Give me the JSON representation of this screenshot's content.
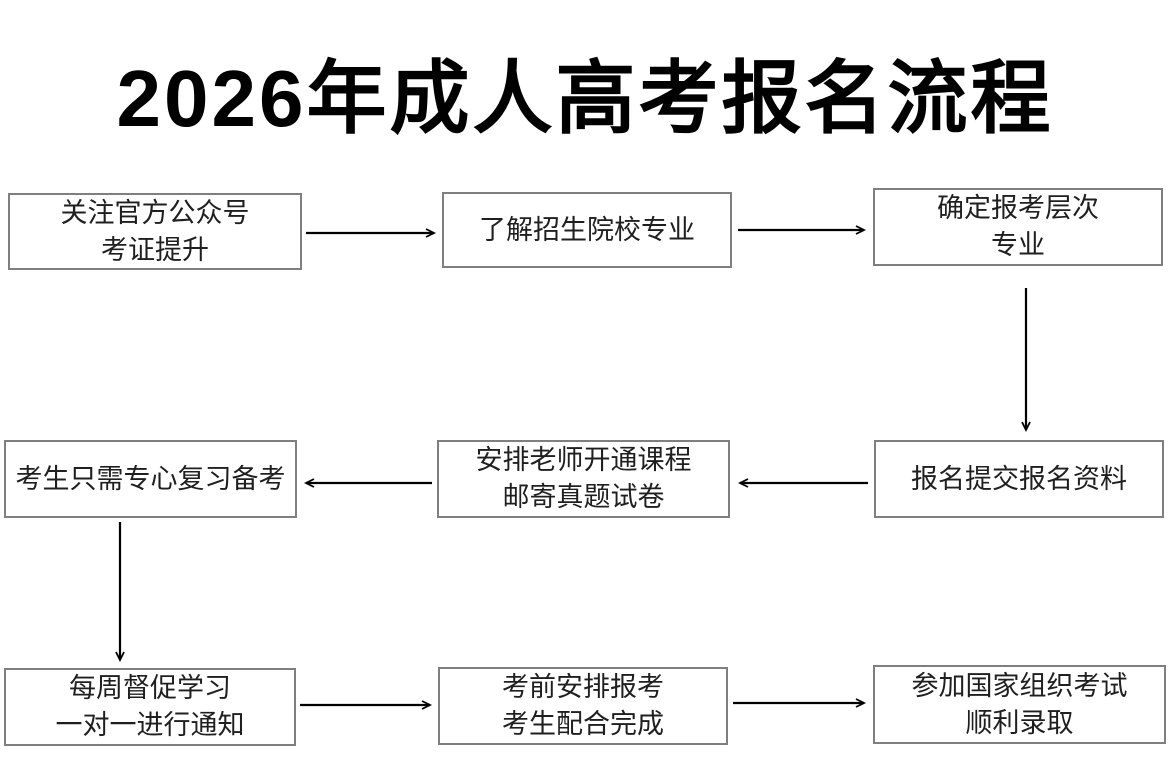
{
  "title": "2026年成人高考报名流程",
  "colors": {
    "background": "#ffffff",
    "title_text": "#000000",
    "box_border": "#7f7f7f",
    "box_fill": "#ffffff",
    "box_text": "#1f1f1f",
    "arrow": "#000000"
  },
  "flow": {
    "nodes": [
      {
        "id": "step-1",
        "lines": [
          "关注官方公众号",
          "考证提升"
        ]
      },
      {
        "id": "step-2",
        "lines": [
          "了解招生院校专业"
        ]
      },
      {
        "id": "step-3",
        "lines": [
          "确定报考层次",
          "专业"
        ]
      },
      {
        "id": "step-4",
        "lines": [
          "报名提交报名资料"
        ]
      },
      {
        "id": "step-5",
        "lines": [
          "安排老师开通课程",
          "邮寄真题试卷"
        ]
      },
      {
        "id": "step-6",
        "lines": [
          "考生只需专心复习备考"
        ]
      },
      {
        "id": "step-7",
        "lines": [
          "每周督促学习",
          "一对一进行通知"
        ]
      },
      {
        "id": "step-8",
        "lines": [
          "考前安排报考",
          "考生配合完成"
        ]
      },
      {
        "id": "step-9",
        "lines": [
          "参加国家组织考试",
          "顺利录取"
        ]
      }
    ],
    "edges": [
      {
        "from": "step-1",
        "to": "step-2",
        "direction": "right"
      },
      {
        "from": "step-2",
        "to": "step-3",
        "direction": "right"
      },
      {
        "from": "step-3",
        "to": "step-4",
        "direction": "down"
      },
      {
        "from": "step-4",
        "to": "step-5",
        "direction": "left"
      },
      {
        "from": "step-5",
        "to": "step-6",
        "direction": "left"
      },
      {
        "from": "step-6",
        "to": "step-7",
        "direction": "down"
      },
      {
        "from": "step-7",
        "to": "step-8",
        "direction": "right"
      },
      {
        "from": "step-8",
        "to": "step-9",
        "direction": "right"
      }
    ]
  }
}
